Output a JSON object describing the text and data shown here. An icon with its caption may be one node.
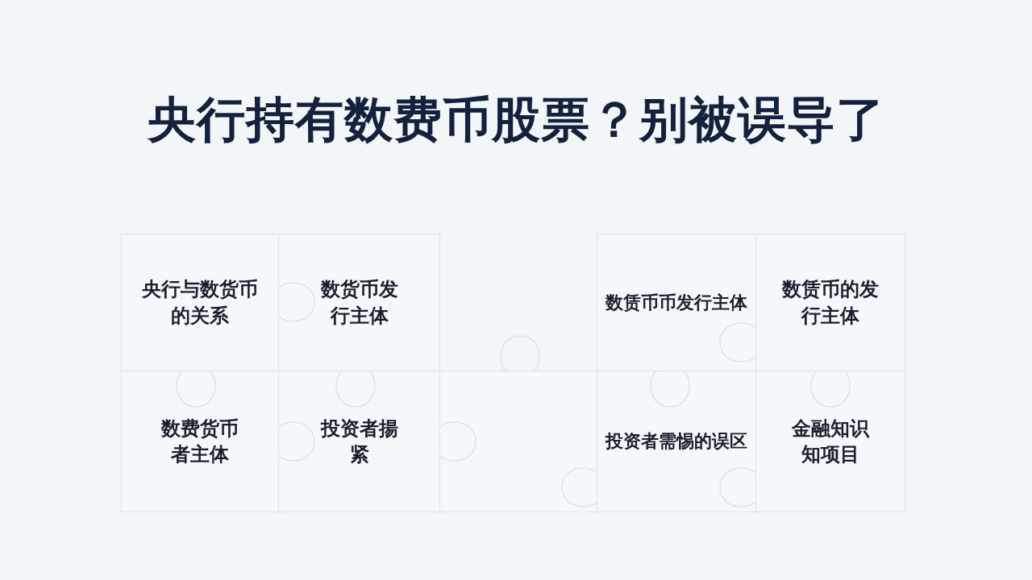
{
  "diagram": {
    "title": "央行持有数费币股票？别被误导了",
    "nodes": [
      {
        "text": [
          "央行与数货币的关系"
        ]
      },
      {
        "text": [
          "数货币发行主体"
        ]
      },
      {
        "text": [
          "数费货币者主体"
        ]
      },
      {
        "text": [
          "投资者揚紧"
        ]
      },
      {
        "text": [],
        "shape": "box"
      },
      {
        "text": [
          "数赁币币发行主体"
        ]
      },
      {
        "text": [
          "数赁币的发行主体"
        ]
      },
      {
        "text": [
          "投资者需惕的误区"
        ]
      },
      {
        "text": [
          "金融知识知项目"
        ]
      }
    ]
  }
}
